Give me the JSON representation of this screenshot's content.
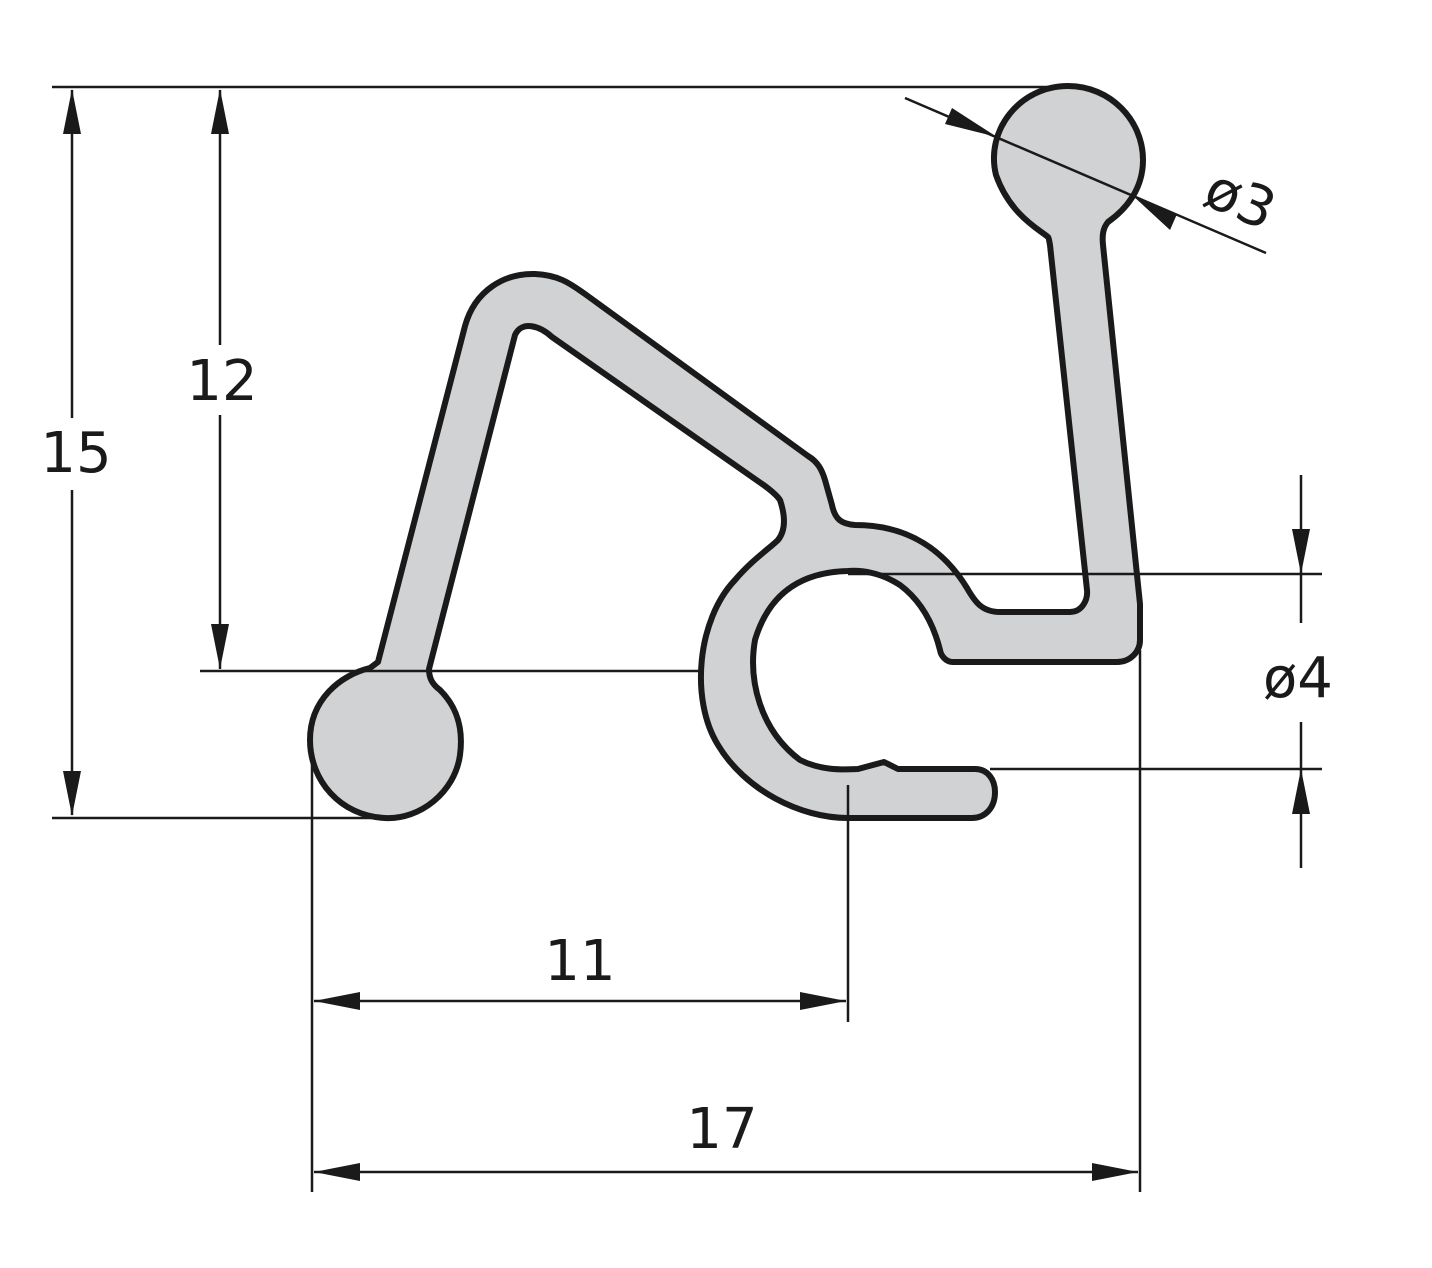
{
  "colors": {
    "profile_fill": "#d0d2d3",
    "outline": "#1a1a1a",
    "background": "#ffffff"
  },
  "dimensions": {
    "height_total": "15",
    "height_to_center": "12",
    "width_to_center": "11",
    "width_total": "17",
    "diameter_top": "ø3",
    "diameter_right": "ø4"
  }
}
